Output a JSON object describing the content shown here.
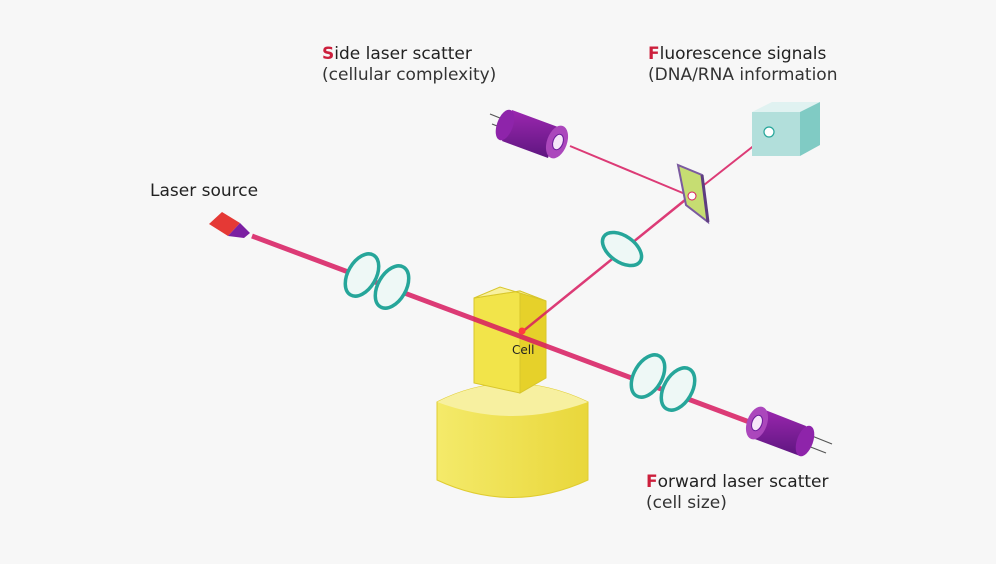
{
  "labels": {
    "side_scatter": {
      "first_letter": "S",
      "rest": "ide laser scatter",
      "sub": "(cellular complexity)"
    },
    "fluorescence": {
      "first_letter": "F",
      "rest": "luorescence signals",
      "sub": "(DNA/RNA information"
    },
    "laser_source": {
      "text": "Laser source"
    },
    "forward_scatter": {
      "first_letter": "F",
      "rest": "orward laser scatter",
      "sub": "(cell size)"
    },
    "cell": "Cell"
  },
  "colors": {
    "beam": "#d81b60",
    "label_accent": "#cc1f3c",
    "detector": "#7b1fa2",
    "laser_body": "#e53935",
    "lens": "#26a69a",
    "flow_cell": "#f2e64a",
    "fluor_detector": "#b2dfdb"
  }
}
